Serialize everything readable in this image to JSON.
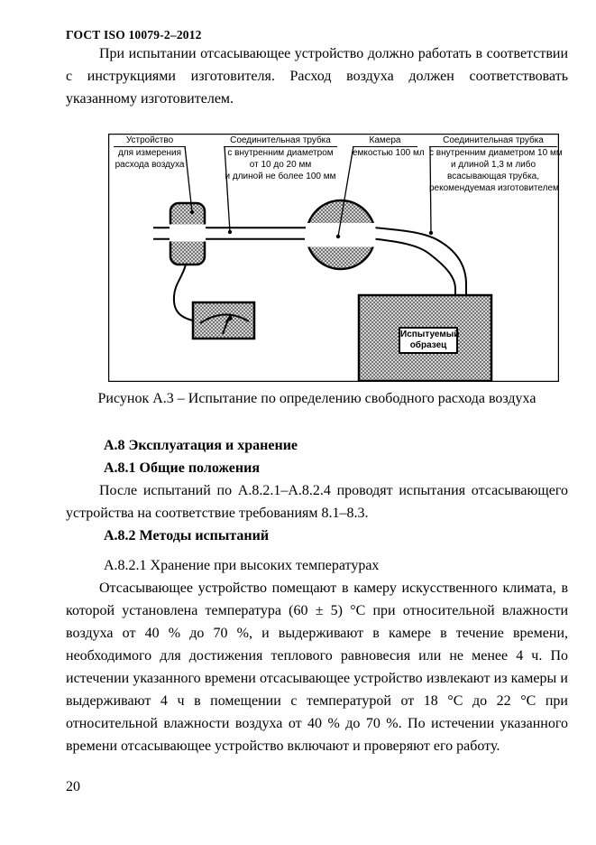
{
  "page": {
    "header": "ГОСТ ISO 10079-2–2012",
    "page_number": "20"
  },
  "content": {
    "para1": "При испытании отсасывающее устройство должно работать в соответствии с инструкциями изготовителя. Расход воздуха должен соответствовать указанному изготовителем.",
    "heading_a8": "А.8 Эксплуатация и хранение",
    "heading_a81": "А.8.1 Общие положения",
    "para2": "После испытаний по А.8.2.1–А.8.2.4 проводят испытания отсасывающего устройства на соответствие требованиям 8.1–8.3.",
    "heading_a82": "А.8.2 Методы испытаний",
    "heading_a821": "А.8.2.1 Хранение при высоких температурах",
    "para3": "Отсасывающее устройство помещают в камеру искусственного климата, в которой установлена температура (60 ± 5) °С при относительной влажности воздуха от 40 % до 70 %, и выдерживают в камере в течение времени, необходимого для достижения теплового равновесия или не менее 4 ч. По истечении указанного времени отсасывающее устройство извлекают из камеры и выдерживают 4 ч в помещении с температурой от 18 °С до 22 °С при относительной влажности воздуха от 40 % до 70 %. По истечении указанного времени отсасывающее устройство включают и проверяют его работу."
  },
  "figure": {
    "caption": "Рисунок А.3 – Испытание по определению свободного расхода воздуха",
    "labels": [
      {
        "title": "Устройство",
        "body": "для измерения\nрасхода воздуха"
      },
      {
        "title": "Соединительная трубка",
        "body": "с внутренним диаметром\nот 10 до 20 мм\nи длиной не более 100 мм"
      },
      {
        "title": "Камера",
        "body": "емкостью 100 мл"
      },
      {
        "title": "Соединительная трубка",
        "body": "с внутренним диаметром 10 мм\nи длиной 1,3 м либо\nвсасывающая трубка,\nрекомендуемая изготовителем"
      }
    ],
    "specimen_label": "Испытуемый\nобразец",
    "ink_color": "#000000",
    "hatch_dark": "#757575",
    "hatch_light": "#d6d6d6"
  }
}
